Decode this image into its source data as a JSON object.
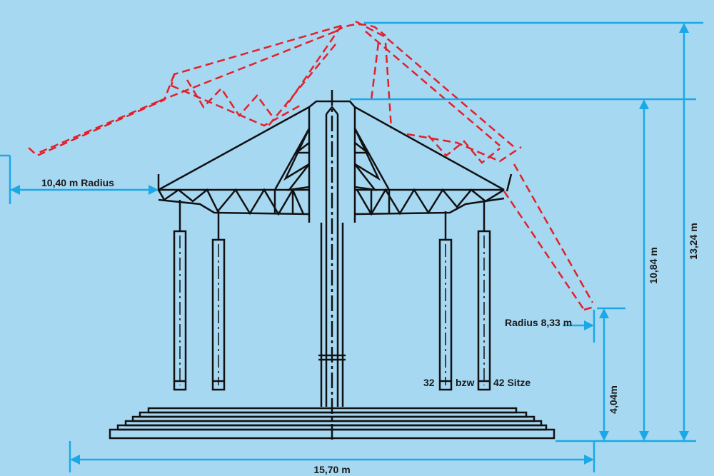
{
  "colors": {
    "background": "#a7d8f2",
    "structure": "#111111",
    "tilted_outline": "#e3202a",
    "dimension": "#1aa9e6"
  },
  "dimensions": {
    "inner_radius": "10,40 m Radius",
    "outer_radius": "Radius 8,33 m",
    "base_width": "15,70 m",
    "seat_height": "4,04m",
    "hub_height": "10,84 m",
    "max_height": "13,24 m"
  },
  "seats": {
    "count_a": "32",
    "connector": "bzw",
    "count_b": "42 Sitze"
  }
}
